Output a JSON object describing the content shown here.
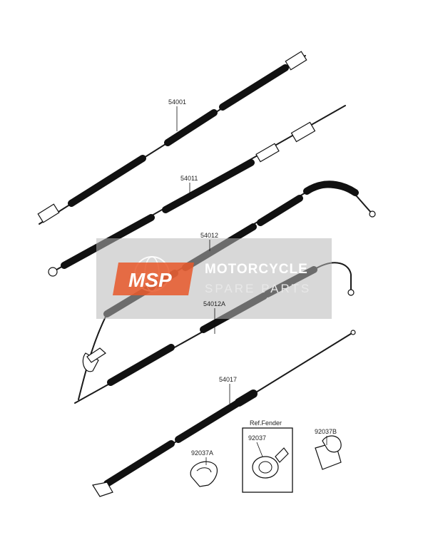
{
  "parts": [
    {
      "id": "p54001",
      "label": "54001"
    },
    {
      "id": "p54011",
      "label": "54011"
    },
    {
      "id": "p54012",
      "label": "54012"
    },
    {
      "id": "p54012A",
      "label": "54012A"
    },
    {
      "id": "p54017",
      "label": "54017"
    },
    {
      "id": "p92037A",
      "label": "92037A"
    },
    {
      "id": "p92037",
      "label": "92037"
    },
    {
      "id": "p92037B",
      "label": "92037B"
    }
  ],
  "ref_note": "Ref.Fender",
  "watermark": {
    "logo_text": "MSP",
    "title": "MOTORCYCLE",
    "subtitle": "SPARE PARTS",
    "accent_color": "#e8582a",
    "panel_color": "#b8b8b8"
  }
}
